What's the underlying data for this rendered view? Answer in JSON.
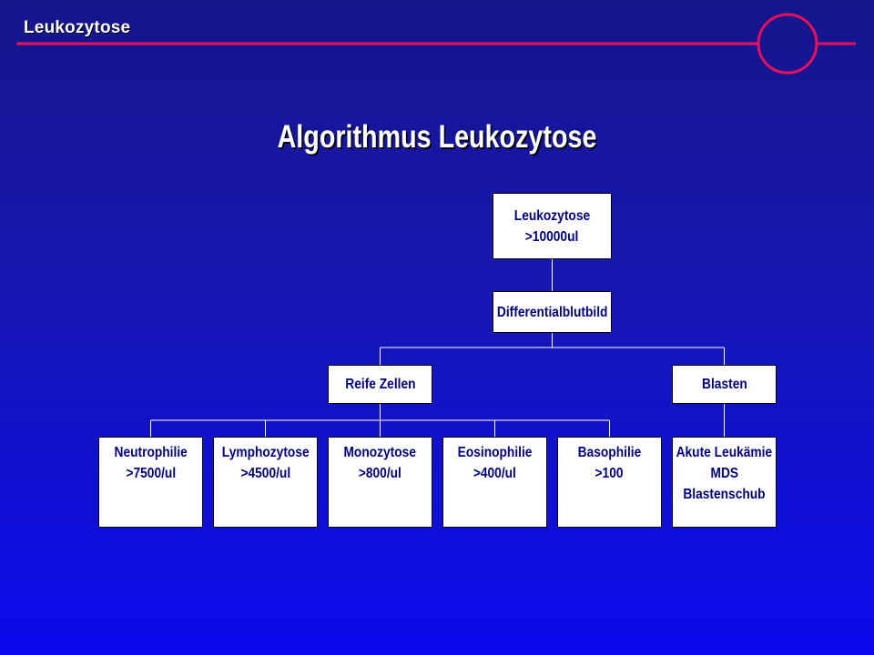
{
  "header": {
    "title": "Leukozytose"
  },
  "slide": {
    "title": "Algorithmus Leukozytose"
  },
  "colors": {
    "background_top": "#16168a",
    "background_bottom": "#0a0aee",
    "accent_line": "#e8105a",
    "node_text": "#000080",
    "node_fill": "#ffffff"
  },
  "flowchart": {
    "root": {
      "line1": "Leukozytose",
      "line2": ">10000ul"
    },
    "differential": {
      "line1": "Differentialblutbild"
    },
    "mature": {
      "line1": "Reife Zellen"
    },
    "blasts": {
      "line1": "Blasten"
    },
    "neutrophilia": {
      "line1": "Neutrophilie",
      "line2": ">7500/ul"
    },
    "lymphocytosis": {
      "line1": "Lymphozytose",
      "line2": ">4500/ul"
    },
    "monocytosis": {
      "line1": "Monozytose",
      "line2": ">800/ul"
    },
    "eosinophilia": {
      "line1": "Eosinophilie",
      "line2": ">400/ul"
    },
    "basophilia": {
      "line1": "Basophilie",
      "line2": ">100"
    },
    "acute_leukemia": {
      "line1": "Akute Leukämie",
      "line2": "MDS",
      "line3": "Blastenschub"
    }
  }
}
